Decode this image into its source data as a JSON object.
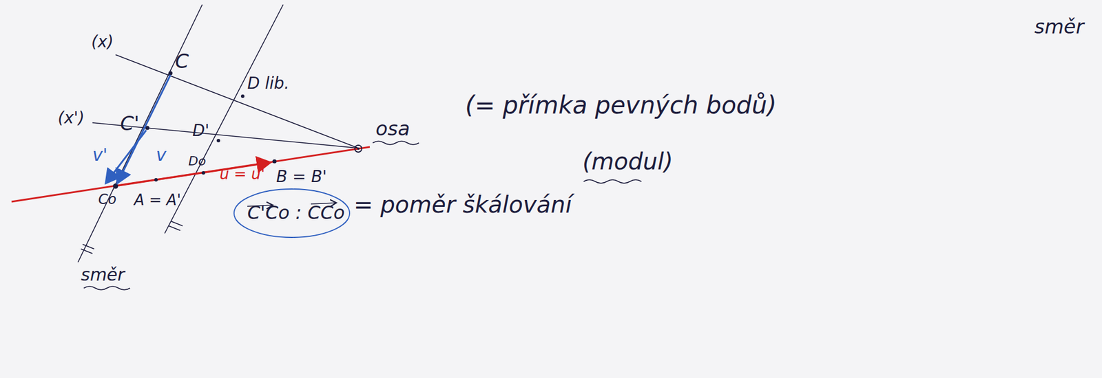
{
  "diagram": {
    "labels": [
      "(x)",
      "(x')",
      "C",
      "C'",
      "D'",
      "D lib.",
      "v'",
      "v",
      "Co",
      "A = A'",
      "Do",
      "u = u'",
      "B = B'",
      "osa",
      "(= přímka pevných bodů)",
      "C'Co : CCo",
      "= poměr škálování",
      "(modul)",
      "směr",
      "směr"
    ]
  }
}
